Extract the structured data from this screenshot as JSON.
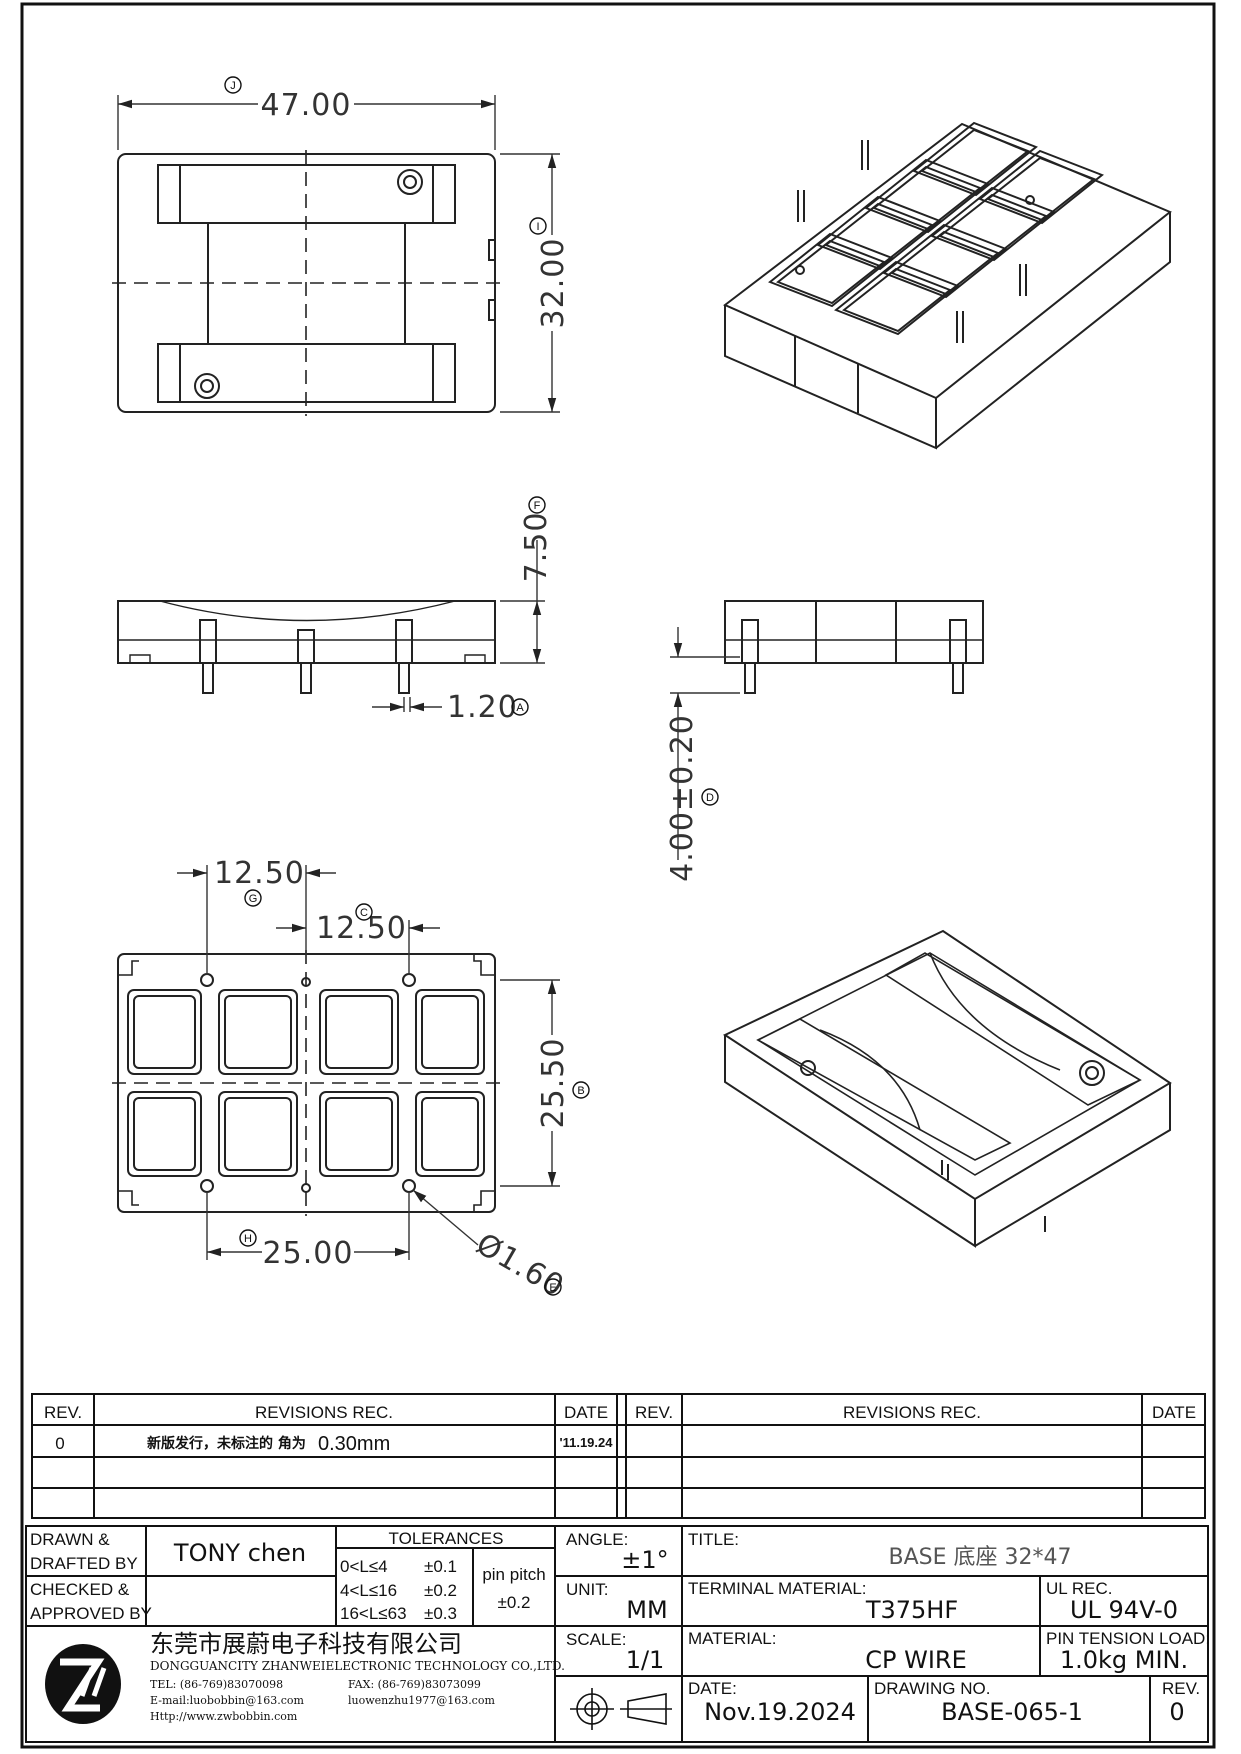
{
  "drawing": {
    "dims": {
      "top_width": "47.00",
      "top_height": "32.00",
      "side_height": "7.50",
      "pin_width": "1.20",
      "pin_length": "4.00±0.20",
      "bottom_pitch_x": "12.50",
      "bottom_pitch_c": "12.50",
      "bottom_height": "25.50",
      "bottom_width": "25.00",
      "hole_dia": "Ø1.60"
    },
    "markers": {
      "J": "J",
      "I": "I",
      "F": "F",
      "A": "A",
      "D": "D",
      "G": "G",
      "C": "C",
      "B": "B",
      "H": "H",
      "E": "E"
    }
  },
  "revisions": {
    "left_headers": {
      "rev": "REV.",
      "rec": "REVISIONS    REC.",
      "date": "DATE"
    },
    "right_headers": {
      "rev": "REV.",
      "rec": "REVISIONS    REC.",
      "date": "DATE"
    },
    "rows": [
      {
        "rev": "0",
        "rec_cn": "新版发行，未标注的 角为",
        "rec_val": "0.30mm",
        "date": "'11.19.24"
      }
    ]
  },
  "title_block": {
    "drawn_label": "DRAWN &",
    "drafted_label": "DRAFTED BY",
    "drawn_by": "TONY  chen",
    "checked_label": "CHECKED &",
    "approved_label": "APPROVED BY",
    "tolerances_label": "TOLERANCES",
    "tol_rows": [
      {
        "range": "0<L≤4",
        "tol": "±0.1"
      },
      {
        "range": "4<L≤16",
        "tol": "±0.2"
      },
      {
        "range": "16<L≤63",
        "tol": "±0.3"
      }
    ],
    "pin_pitch_label": "pin  pitch",
    "pin_pitch_tol": "±0.2",
    "angle_label": "ANGLE:",
    "angle_value": "±1°",
    "unit_label": "UNIT:",
    "unit_value": "MM",
    "scale_label": "SCALE:",
    "scale_value": "1/1",
    "title_label": "TITLE:",
    "title_value": "BASE  底座 32*47",
    "terminal_label": "TERMINAL MATERIAL:",
    "terminal_value": "T375HF",
    "ul_label": "UL REC.",
    "ul_value": "UL  94V-0",
    "material_label": "MATERIAL:",
    "material_value": "CP  WIRE",
    "pin_tension_label": "PIN  TENSION  LOAD:",
    "pin_tension_value": "1.0kg  MIN.",
    "date_label": "DATE:",
    "date_value": "Nov.19.2024",
    "drawing_no_label": "DRAWING  NO.",
    "drawing_no_value": "BASE-065-1",
    "rev_label": "REV.",
    "rev_value": "0"
  },
  "company": {
    "name_cn": "东莞市展蔚电子科技有限公司",
    "name_en": "DONGGUANCITY  ZHANWEIELECTRONIC  TECHNOLOGY  CO.,LTD.",
    "tel": "TEL: (86-769)83070098",
    "fax": "FAX: (86-769)83073099",
    "email1": "E-mail:luobobbin@163.com",
    "email2": "luowenzhu1977@163.com",
    "web": "Http://www.zwbobbin.com"
  }
}
